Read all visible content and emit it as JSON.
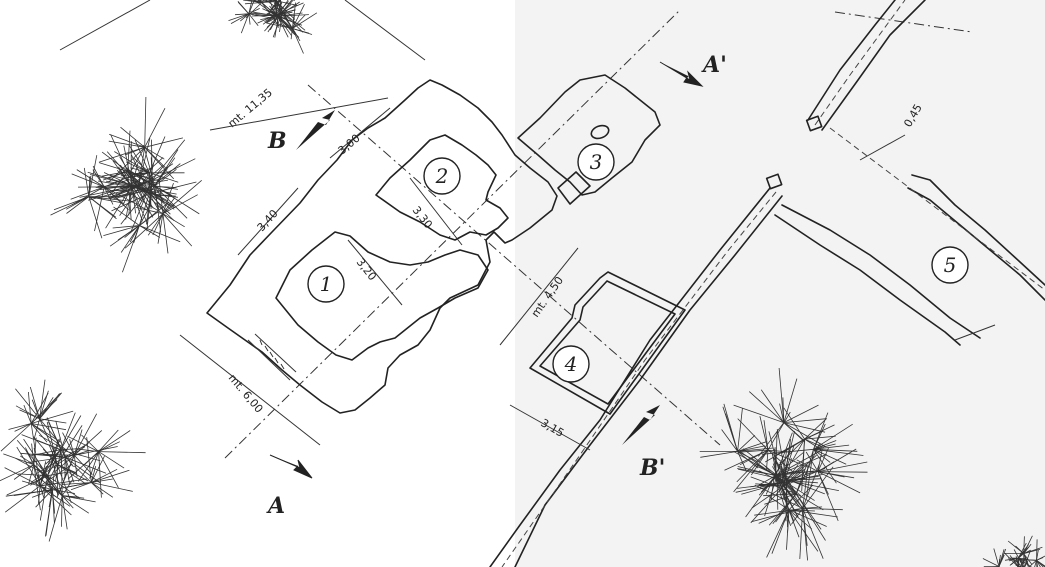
{
  "section_labels": {
    "a": "A",
    "a_prime": "A'",
    "b": "B",
    "b_prime": "B'"
  },
  "structures": [
    {
      "number": "1"
    },
    {
      "number": "2"
    },
    {
      "number": "3"
    },
    {
      "number": "4"
    },
    {
      "number": "5"
    }
  ],
  "dimensions": {
    "d_11_35": "mt. 11,35",
    "d_3_00": "3,00",
    "d_3_40": "3,40",
    "d_3_30": "3,30",
    "d_3_20": "3,20",
    "d_6_00": "mt. 6,00",
    "d_4_50": "mt. 4,50",
    "d_3_15": "3,15",
    "d_0_45": "0,45"
  },
  "icons": {
    "tree": "tree-icon",
    "arrow": "north-arrow-icon"
  }
}
